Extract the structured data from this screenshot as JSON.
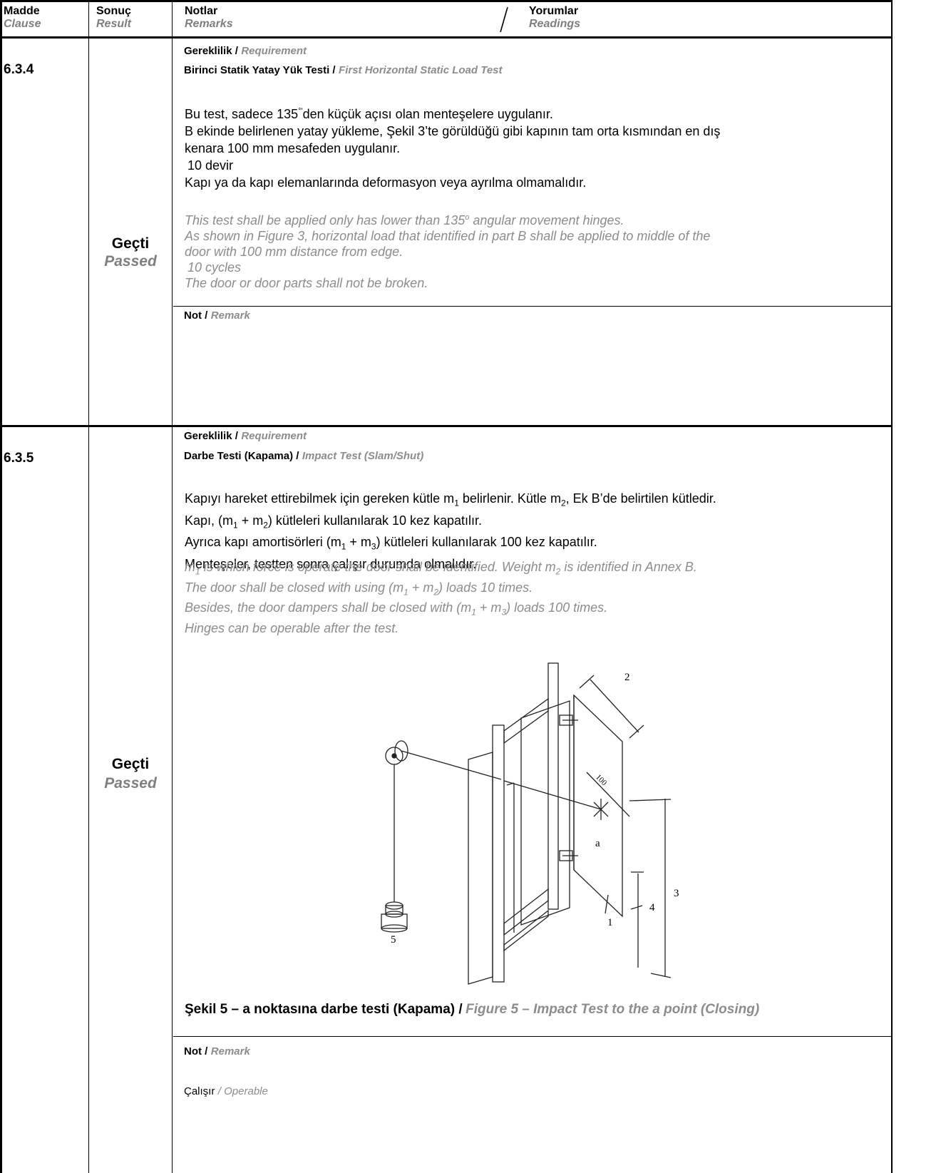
{
  "header": {
    "clause_tr": "Madde",
    "clause_en": "Clause",
    "result_tr": "Sonuç",
    "result_en": "Result",
    "notes_tr": "Notlar",
    "notes_en": "Remarks",
    "comments_tr": "Yorumlar",
    "comments_en": "Readings"
  },
  "labels": {
    "requirement_tr": "Gereklilik /",
    "requirement_en": "Requirement",
    "remark_tr": "Not /",
    "remark_en": "Remark"
  },
  "sections": [
    {
      "clause": "6.3.4",
      "result_tr": "Geçti",
      "result_en": "Passed",
      "title_tr": "Birinci Statik Yatay Yük Testi /",
      "title_en": "First Horizontal Static Load Test",
      "tr_lines": [
        "Bu test, sadece 135",
        "°'",
        "den küçük açısı olan menteşelere uygulanır.",
        "B ekinde belirlenen yatay yükleme, Şekil 3’te görüldüğü gibi kapının tam orta kısmından en dış",
        "kenara 100 mm mesafeden uygulanır.",
        "10 devir",
        "Kapı ya da kapı elemanlarında deformasyon veya ayrılma olmamalıdır."
      ],
      "en_lines": [
        "This test shall be applied only has lower than 135",
        "o",
        " angular movement hinges.",
        "As shown in Figure 3, horizontal load that identified in part B shall be applied to middle of the",
        "door with 100 mm distance from edge.",
        "10 cycles",
        "The door or door parts shall not be broken."
      ],
      "remark": ""
    },
    {
      "clause": "6.3.5",
      "result_tr": "Geçti",
      "result_en": "Passed",
      "title_tr": "Darbe Testi (Kapama) /",
      "title_en": "Impact Test (Slam/Shut)",
      "tr_lines": [
        "Kapıyı hareket ettirebilmek için gereken kütle m",
        "1",
        " belirlenir. Kütle m",
        "2",
        ", Ek B’de belirtilen kütledir.",
        "Kapı, (m",
        "1",
        " + m",
        "2",
        ") kütleleri kullanılarak 10 kez kapatılır.",
        "Ayrıca kapı amortisörleri (m",
        "1",
        " + m",
        "3",
        ") kütleleri kullanılarak 100 kez kapatılır.",
        "Menteşeler, testten sonra çalışır durumda olmalıdır."
      ],
      "en_lines": [
        "m",
        "1",
        " is which force is operate the door shall be identified. Weight m",
        "2",
        " is identified in Annex B.",
        "The door shall be closed with using (m",
        "1",
        " + m",
        "2",
        ") loads 10 times.",
        "Besides, the door dampers shall be closed with (m",
        "1",
        " + m",
        "3",
        ") loads 100 times.",
        "Hinges can be operable after the test."
      ],
      "figure": {
        "labels": [
          "2",
          "100",
          "a",
          "3",
          "4",
          "1",
          "5"
        ],
        "caption_tr": "Şekil 5 – a noktasına darbe testi (Kapama) /",
        "caption_en": "Figure 5 – Impact Test to the a point (Closing)"
      },
      "remark_tr": "Çalışır",
      "remark_en": "/ Operable"
    }
  ]
}
